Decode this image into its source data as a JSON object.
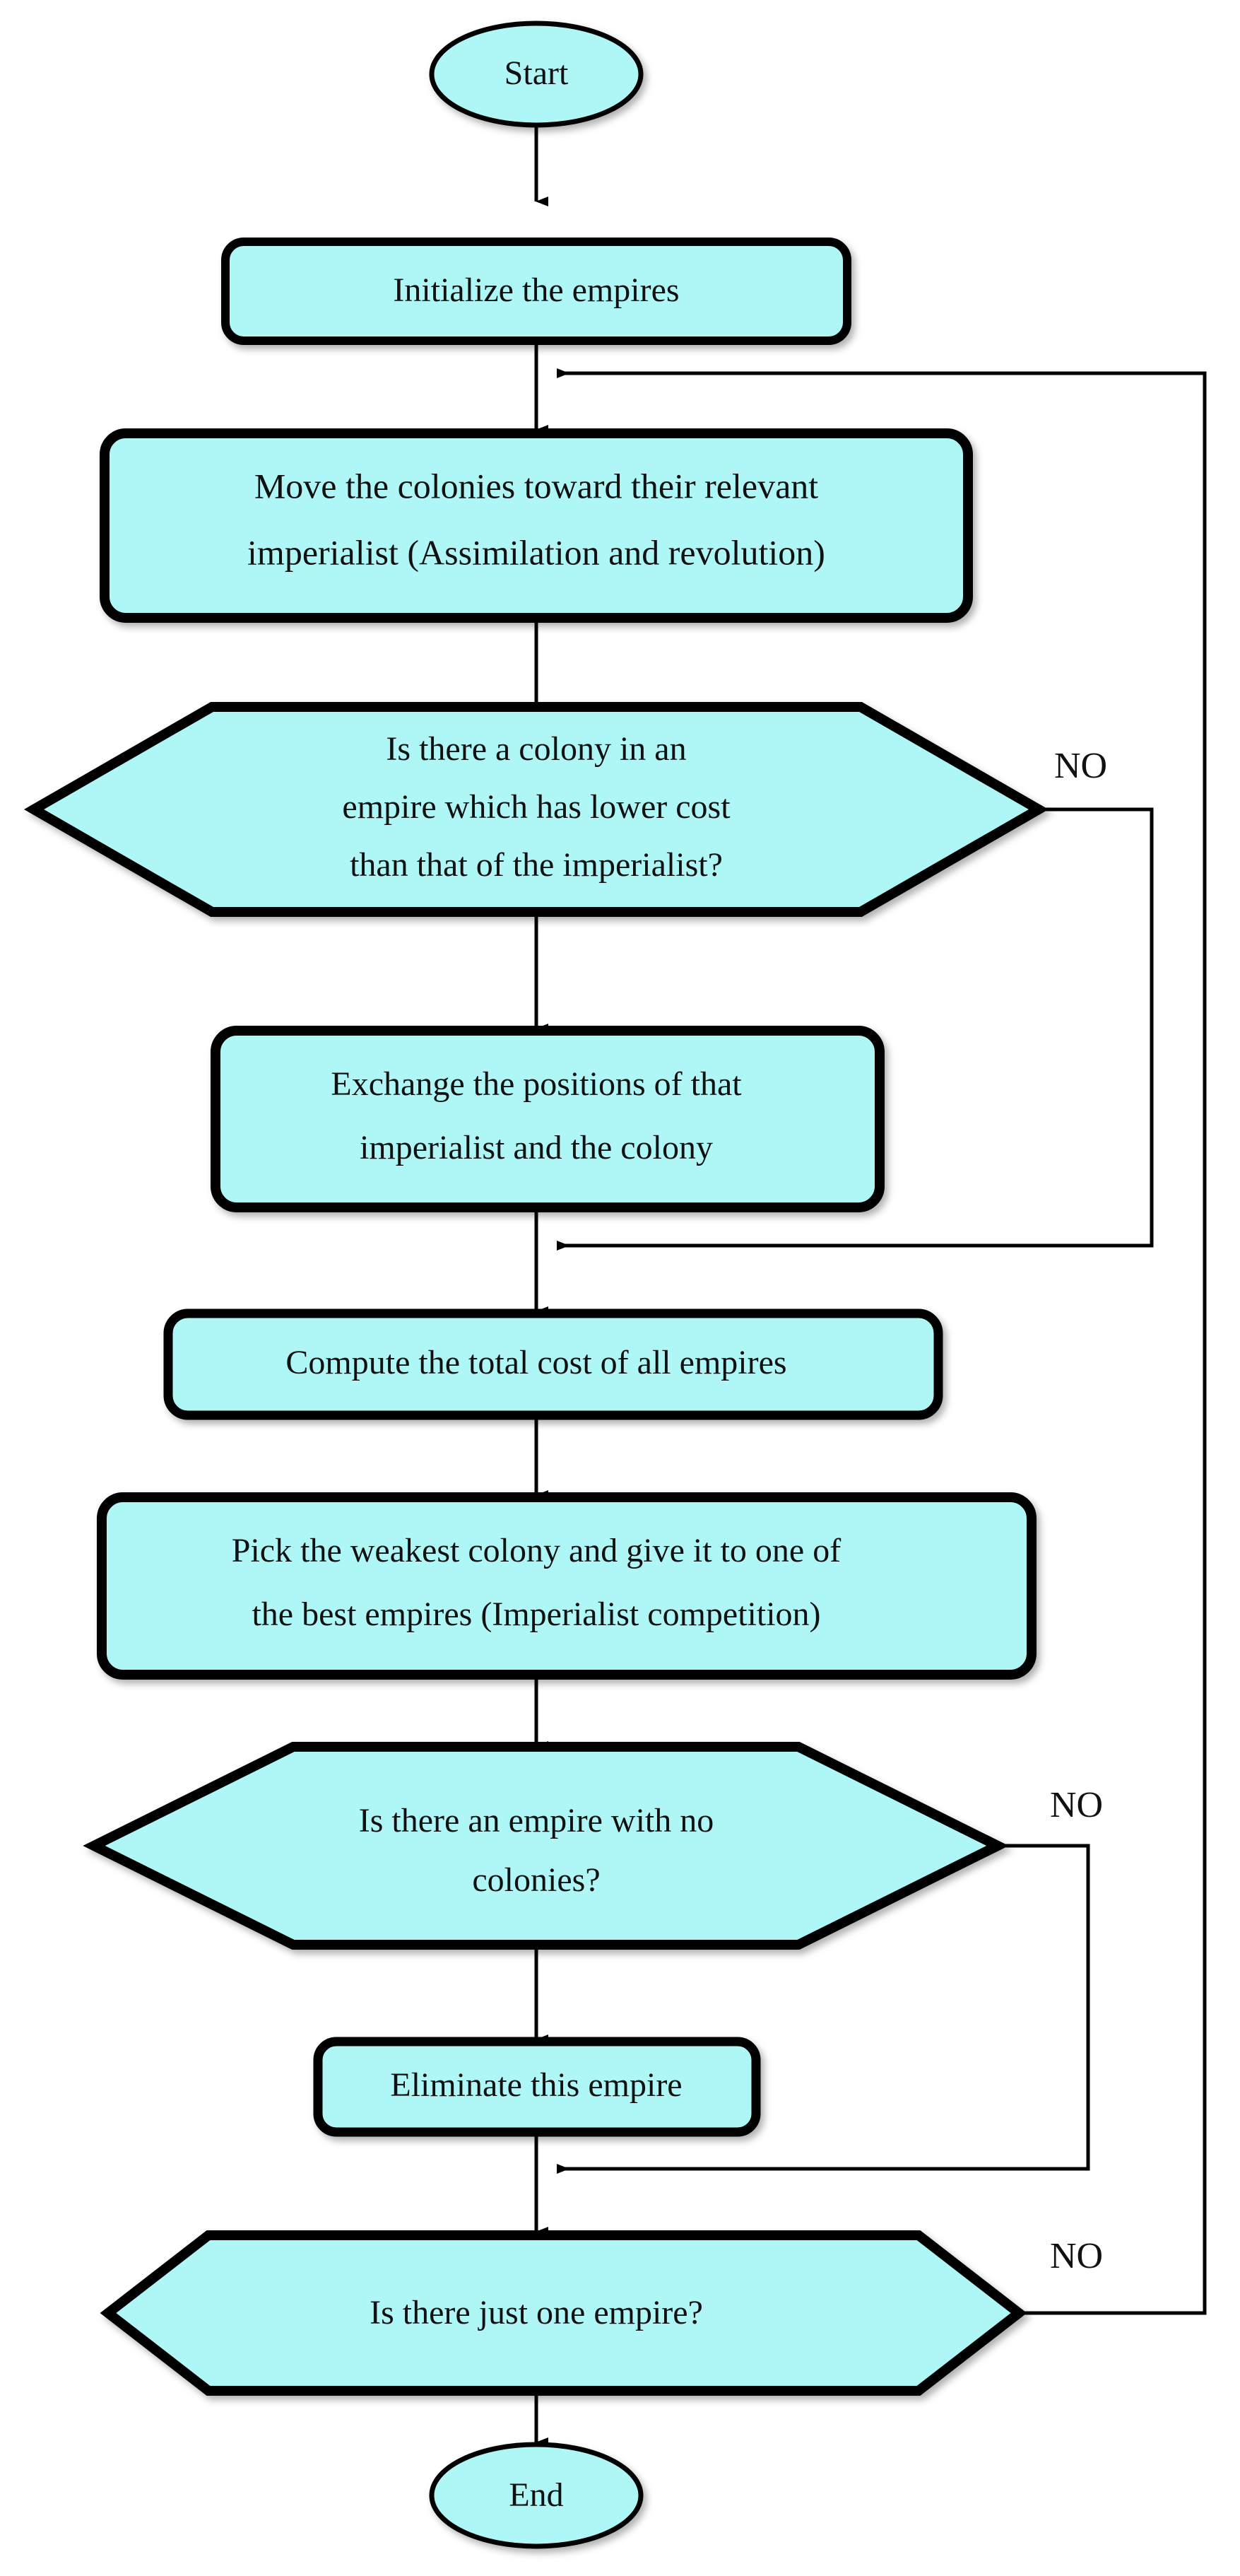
{
  "diagram": {
    "title": "Imperialist Competitive Algorithm flowchart",
    "colors": {
      "shape_fill": "#aff7f7",
      "shape_border": "#000000",
      "edge": "#000000",
      "text": "#111111",
      "background": "#ffffff"
    },
    "nodes": [
      {
        "id": "start",
        "type": "terminator",
        "label": "Start",
        "lines": [
          "Start"
        ]
      },
      {
        "id": "init",
        "type": "process",
        "label": "Initialize the empires",
        "lines": [
          "Initialize the empires"
        ]
      },
      {
        "id": "move",
        "type": "process",
        "label": "Move the colonies toward their relevant imperialist (Assimilation and revolution)",
        "lines": [
          "Move the colonies toward their relevant",
          "imperialist (Assimilation and revolution)"
        ]
      },
      {
        "id": "decision1",
        "type": "decision",
        "label": "Is there a colony in an empire which has lower cost than that of the imperialist?",
        "lines": [
          "Is there a colony in an",
          "empire which has lower cost",
          "than that of the imperialist?"
        ]
      },
      {
        "id": "exchange",
        "type": "process",
        "label": "Exchange the positions of that imperialist and the colony",
        "lines": [
          "Exchange the positions of that",
          "imperialist and the colony"
        ]
      },
      {
        "id": "compute",
        "type": "process",
        "label": "Compute the total cost of all empires",
        "lines": [
          "Compute the total cost of all empires"
        ]
      },
      {
        "id": "pick",
        "type": "process",
        "label": "Pick the weakest colony and give it to one of the best empires (Imperialist competition)",
        "lines": [
          "Pick the weakest colony and give it to one of",
          "the best empires (Imperialist competition)"
        ]
      },
      {
        "id": "decision2",
        "type": "decision",
        "label": "Is there an empire with no colonies?",
        "lines": [
          "Is there an empire with no",
          "colonies?"
        ]
      },
      {
        "id": "eliminate",
        "type": "process",
        "label": "Eliminate this empire",
        "lines": [
          "Eliminate this empire"
        ]
      },
      {
        "id": "decision3",
        "type": "decision",
        "label": "Is there just one empire?",
        "lines": [
          "Is there just one empire?"
        ]
      },
      {
        "id": "end",
        "type": "terminator",
        "label": "End",
        "lines": [
          "End"
        ]
      }
    ],
    "edge_labels": {
      "decision1_no": "NO",
      "decision2_no": "NO",
      "decision3_no": "NO"
    },
    "edges": [
      {
        "from": "start",
        "to": "init",
        "label": ""
      },
      {
        "from": "init",
        "to": "move",
        "label": ""
      },
      {
        "from": "move",
        "to": "decision1",
        "label": ""
      },
      {
        "from": "decision1",
        "to": "exchange",
        "label": ""
      },
      {
        "from": "decision1",
        "to": "compute",
        "label": "NO"
      },
      {
        "from": "exchange",
        "to": "compute",
        "label": ""
      },
      {
        "from": "compute",
        "to": "pick",
        "label": ""
      },
      {
        "from": "pick",
        "to": "decision2",
        "label": ""
      },
      {
        "from": "decision2",
        "to": "eliminate",
        "label": ""
      },
      {
        "from": "decision2",
        "to": "decision3",
        "label": "NO"
      },
      {
        "from": "eliminate",
        "to": "decision3",
        "label": ""
      },
      {
        "from": "decision3",
        "to": "end",
        "label": ""
      },
      {
        "from": "decision3",
        "to": "move",
        "label": "NO"
      }
    ]
  }
}
